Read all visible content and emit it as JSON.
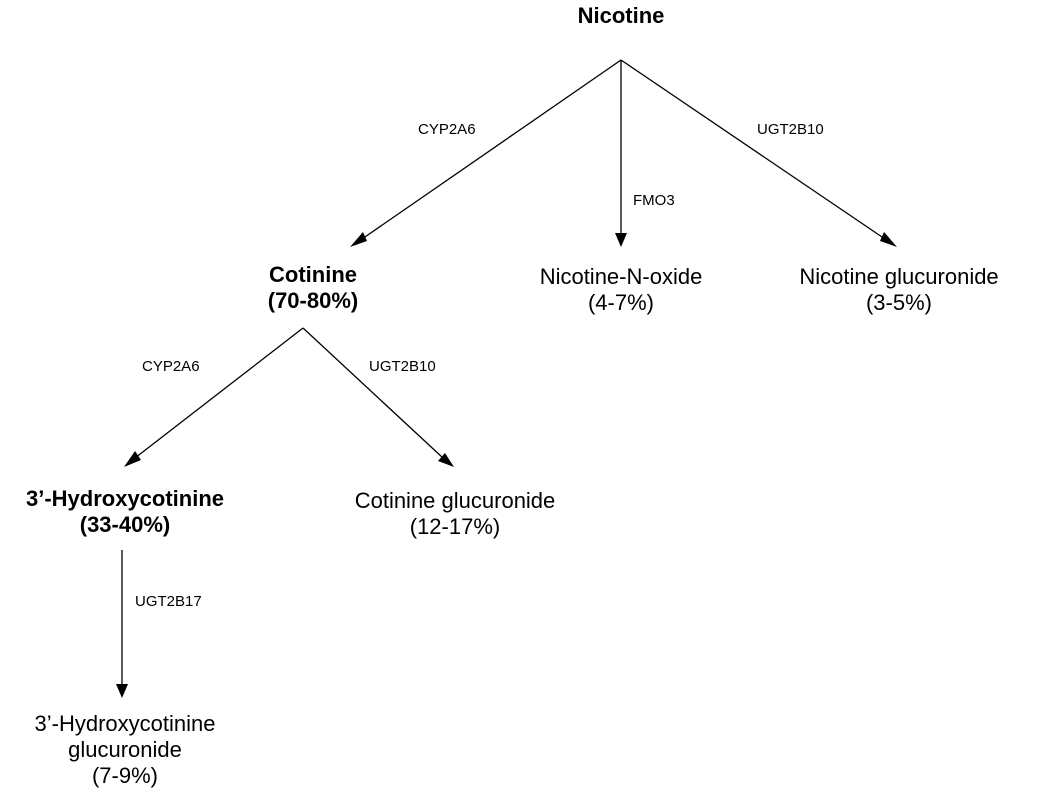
{
  "nodes": {
    "nicotine": {
      "name": "Nicotine",
      "percent": ""
    },
    "cotinine": {
      "name": "Cotinine",
      "percent": "(70-80%)"
    },
    "nicotine_n_oxide": {
      "name": "Nicotine-N-oxide",
      "percent": "(4-7%)"
    },
    "nicotine_glucuronide": {
      "name": "Nicotine glucuronide",
      "percent": "(3-5%)"
    },
    "hydroxycotinine": {
      "name": "3’-Hydroxycotinine",
      "percent": "(33-40%)"
    },
    "cotinine_glucuronide": {
      "name": "Cotinine glucuronide",
      "percent": "(12-17%)"
    },
    "hydroxycotinine_glucuronide": {
      "name_line1": "3’-Hydroxycotinine",
      "name_line2": "glucuronide",
      "percent": "(7-9%)"
    }
  },
  "enzymes": {
    "nicotine_to_cotinine": "CYP2A6",
    "nicotine_to_n_oxide": "FMO3",
    "nicotine_to_glucuronide": "UGT2B10",
    "cotinine_to_hydroxycotinine": "CYP2A6",
    "cotinine_to_glucuronide": "UGT2B10",
    "hydroxycotinine_to_glucuronide": "UGT2B17"
  },
  "colors": {
    "line": "#000000",
    "text": "#000000",
    "background": "#ffffff"
  }
}
